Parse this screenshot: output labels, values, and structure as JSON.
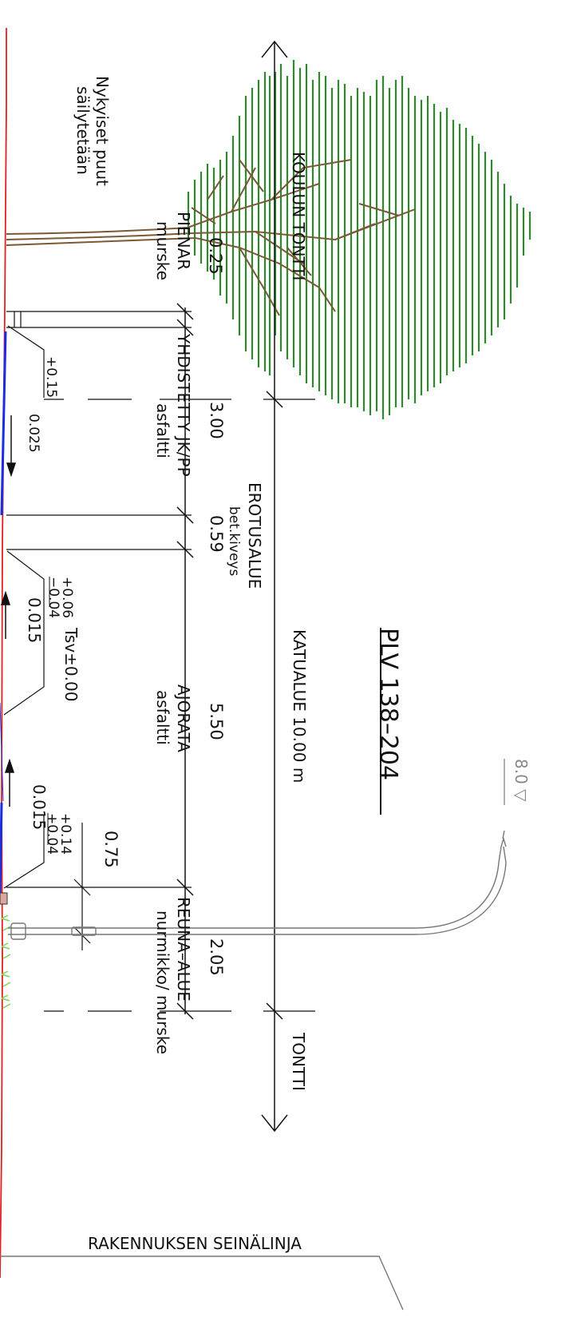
{
  "title": "PLV 138–204",
  "elevation_marker": "8.0 ▽",
  "street_area_label": "KATUALUE 10.00 m",
  "existing_trees_note": [
    "Nykyiset puut",
    "säilytetään"
  ],
  "left_lot_label": "KOULUN TONTTI",
  "right_lot_label": "TONTTI",
  "building_line_label": "RAKENNUKSEN SEINÄLINJA",
  "sections": [
    {
      "name": "PIENAR",
      "material": "murske",
      "width": "0.25"
    },
    {
      "name": "YHDISTETTY JK/PP",
      "material": "asfaltti",
      "width": "3.00"
    },
    {
      "name": "EROTUSALUE",
      "material": "bet.kiveys",
      "width": "0.59"
    },
    {
      "name": "AJORATA",
      "material": "asfaltti",
      "width": "5.50"
    },
    {
      "name": "REUNA–ALUE",
      "material": "nurmikko/ murske",
      "width": "2.05"
    }
  ],
  "light_offset": "0.75",
  "levels": {
    "walk_edge": "+0.15",
    "walk_slope": "0.025",
    "curb_top": "+0.06",
    "curb_bottom": "−0.04",
    "road_slope_left": "0.015",
    "road_center": "Tsv±0.00",
    "road_slope_right": "0.015",
    "edge_top": "+0.14",
    "edge_bottom": "+0.04"
  },
  "colors": {
    "ground_line": "#e02020",
    "pavement": "#1a2ee0",
    "tree_foliage": "#2f8a2f",
    "tree_branch": "#7a5a35",
    "grass": "#7bd35a"
  }
}
